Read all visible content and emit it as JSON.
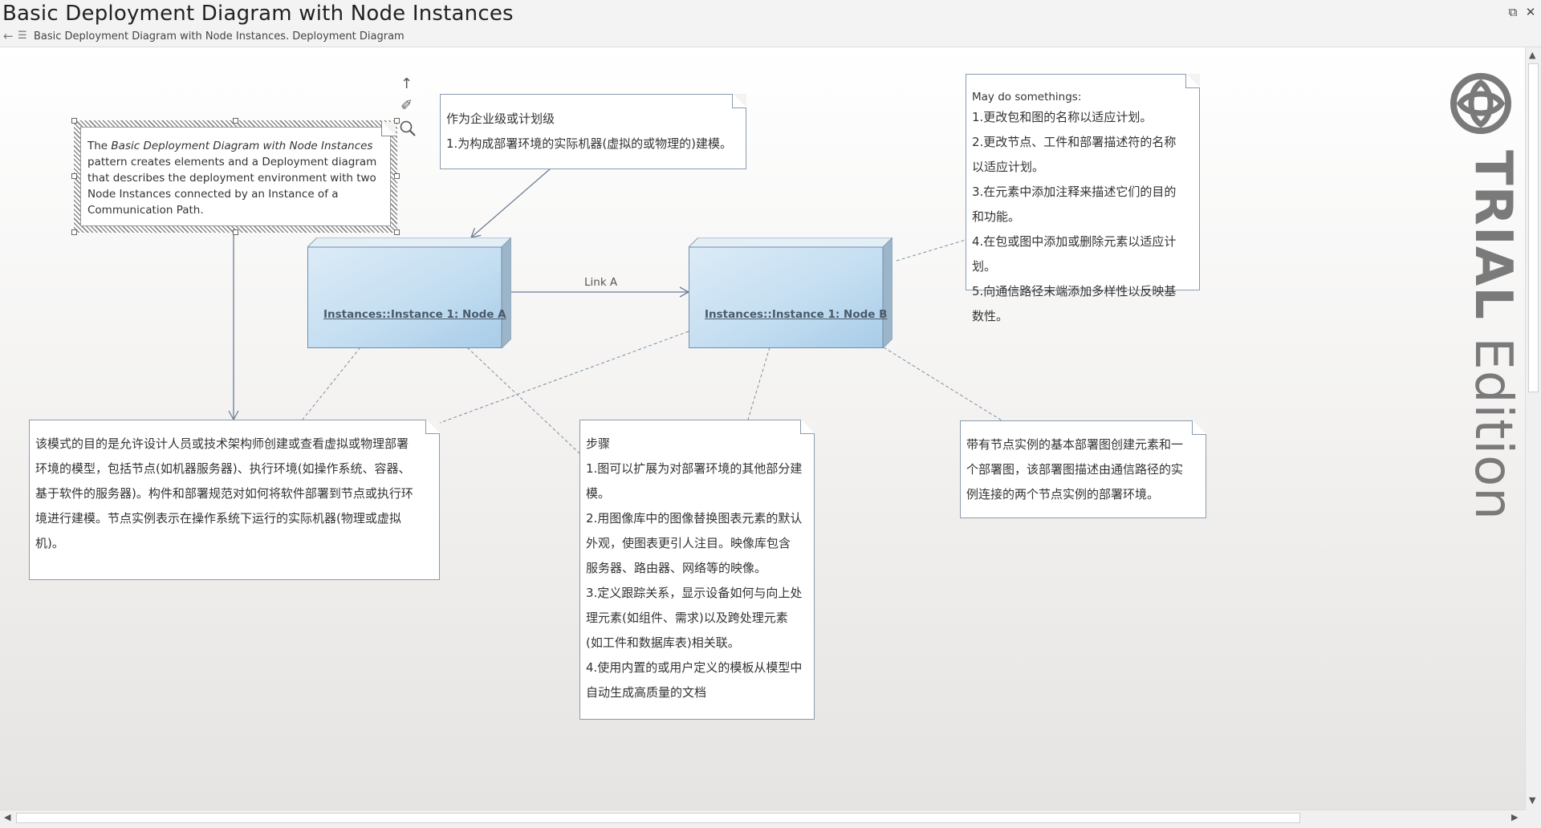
{
  "window": {
    "title": "Basic Deployment Diagram with Node Instances",
    "breadcrumb": "Basic Deployment Diagram with Node Instances.  Deployment Diagram"
  },
  "diagram": {
    "selected_note": {
      "prefix": "The ",
      "italic": "Basic Deployment Diagram with Node Instances",
      "rest": " pattern creates elements and a Deployment diagram that describes the deployment environment with two Node Instances connected by an Instance of a Communication Path."
    },
    "note_top_center": {
      "lines": [
        "作为企业级或计划级",
        "1.为构成部署环境的实际机器(虚拟的或物理的)建模。"
      ]
    },
    "note_top_right": {
      "lines": [
        "May do somethings:",
        "1.更改包和图的名称以适应计划。",
        "2.更改节点、工件和部署描述符的名称",
        "以适应计划。",
        "3.在元素中添加注释来描述它们的目的",
        "和功能。",
        "4.在包或图中添加或删除元素以适应计",
        "划。",
        "5.向通信路径末端添加多样性以反映基",
        "数性。"
      ]
    },
    "node_a": {
      "label": "Instances::Instance 1: Node A"
    },
    "node_b": {
      "label": "Instances::Instance 1: Node B"
    },
    "link": {
      "label": "Link A"
    },
    "note_bottom_left": {
      "lines": [
        "该模式的目的是允许设计人员或技术架构师创建或查看虚拟或物理部署",
        "环境的模型，包括节点(如机器服务器)、执行环境(如操作系统、容器、",
        "基于软件的服务器)。构件和部署规范对如何将软件部署到节点或执行环",
        "境进行建模。节点实例表示在操作系统下运行的实际机器(物理或虚拟",
        "机)。"
      ]
    },
    "note_bottom_center": {
      "lines": [
        "步骤",
        "1.图可以扩展为对部署环境的其他部分建",
        "模。",
        "2.用图像库中的图像替换图表元素的默认",
        "外观，使图表更引人注目。映像库包含",
        "服务器、路由器、网络等的映像。",
        "3.定义跟踪关系，显示设备如何与向上处",
        "理元素(如组件、需求)以及跨处理元素",
        "(如工件和数据库表)相关联。",
        "4.使用内置的或用户定义的模板从模型中",
        "自动生成高质量的文档"
      ]
    },
    "note_bottom_right": {
      "lines": [
        "带有节点实例的基本部署图创建元素和一",
        "个部署图，该部署图描述由通信路径的实",
        "例连接的两个节点实例的部署环境。"
      ]
    },
    "watermark": {
      "bold": "TRIAL",
      "thin": " Edition"
    }
  },
  "icons": {
    "back": "back-arrow-icon",
    "breadcrumb": "diagram-icon",
    "restore": "restore-icon",
    "close": "close-icon",
    "tool_up": "up-arrow-icon",
    "tool_paint": "paint-icon",
    "tool_zoom": "magnifier-icon"
  },
  "colors": {
    "node_fill": "#c2dcef",
    "node_border": "#6d8fae",
    "note_border": "#8a9bb0",
    "watermark": "#7a7a7a"
  }
}
